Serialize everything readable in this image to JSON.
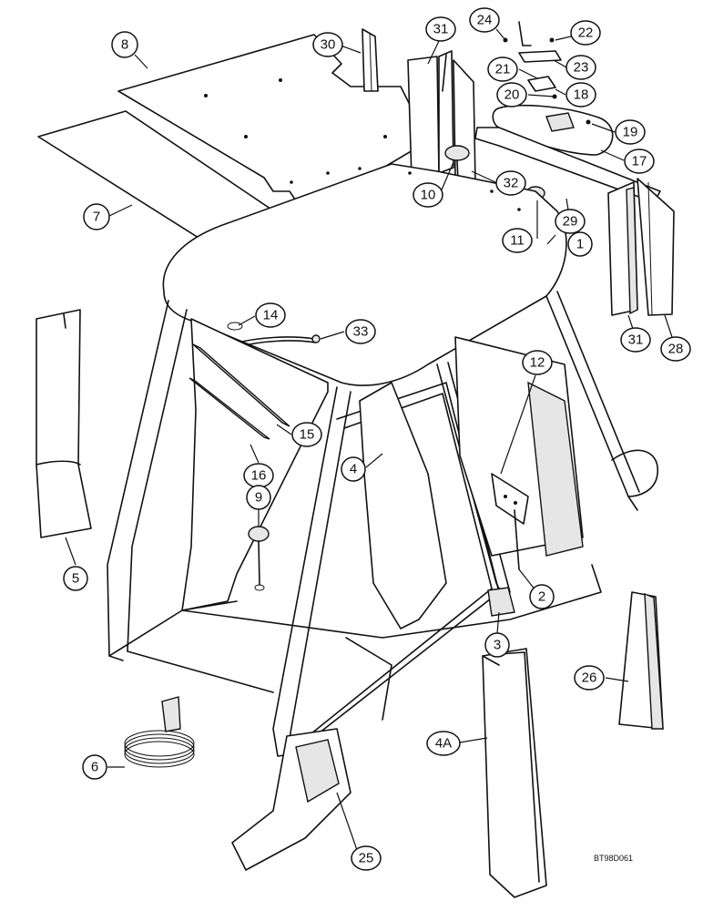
{
  "drawing_code": "BT98D061",
  "callouts": [
    {
      "id": "c8",
      "label": "8"
    },
    {
      "id": "c7",
      "label": "7"
    },
    {
      "id": "c30",
      "label": "30"
    },
    {
      "id": "c31a",
      "label": "31"
    },
    {
      "id": "c24",
      "label": "24"
    },
    {
      "id": "c22",
      "label": "22"
    },
    {
      "id": "c23",
      "label": "23"
    },
    {
      "id": "c21",
      "label": "21"
    },
    {
      "id": "c18",
      "label": "18"
    },
    {
      "id": "c20",
      "label": "20"
    },
    {
      "id": "c19",
      "label": "19"
    },
    {
      "id": "c17",
      "label": "17"
    },
    {
      "id": "c32",
      "label": "32"
    },
    {
      "id": "c10",
      "label": "10"
    },
    {
      "id": "c29",
      "label": "29"
    },
    {
      "id": "c11",
      "label": "11"
    },
    {
      "id": "c1",
      "label": "1"
    },
    {
      "id": "c31b",
      "label": "31"
    },
    {
      "id": "c28",
      "label": "28"
    },
    {
      "id": "c14",
      "label": "14"
    },
    {
      "id": "c33",
      "label": "33"
    },
    {
      "id": "c12",
      "label": "12"
    },
    {
      "id": "c15",
      "label": "15"
    },
    {
      "id": "c16",
      "label": "16"
    },
    {
      "id": "c4",
      "label": "4"
    },
    {
      "id": "c9",
      "label": "9"
    },
    {
      "id": "c5",
      "label": "5"
    },
    {
      "id": "c2",
      "label": "2"
    },
    {
      "id": "c3",
      "label": "3"
    },
    {
      "id": "c26",
      "label": "26"
    },
    {
      "id": "c4a",
      "label": "4A"
    },
    {
      "id": "c6",
      "label": "6"
    },
    {
      "id": "c25",
      "label": "25"
    }
  ]
}
